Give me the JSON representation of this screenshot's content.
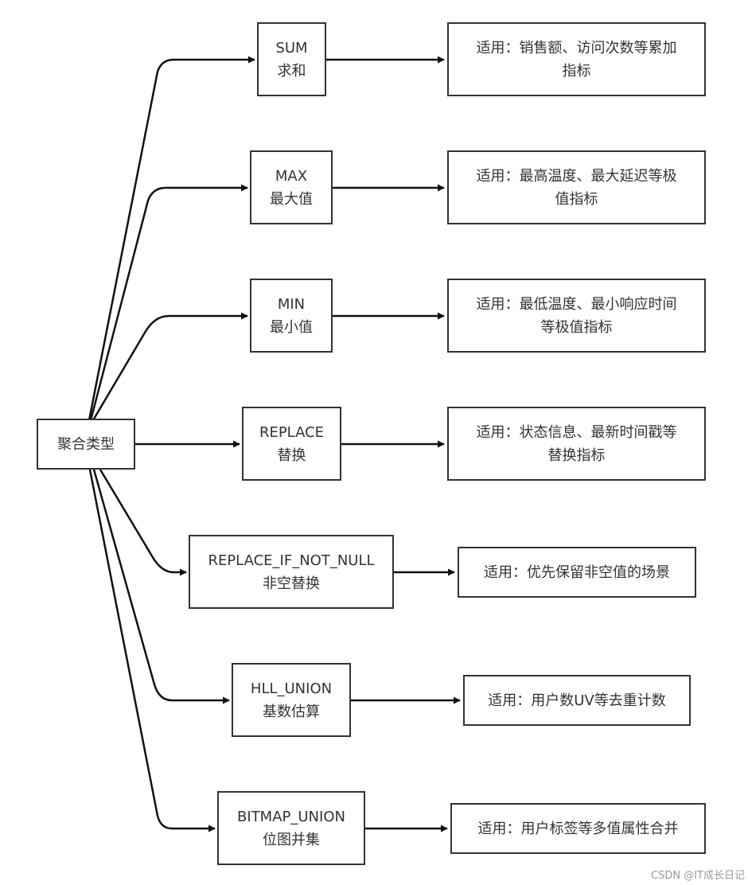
{
  "root": {
    "label": "聚合类型"
  },
  "types": [
    {
      "name": "SUM",
      "desc": "求和",
      "usage_line1": "适用：销售额、访问次数等累加",
      "usage_line2": "指标"
    },
    {
      "name": "MAX",
      "desc": "最大值",
      "usage_line1": "适用：最高温度、最大延迟等极",
      "usage_line2": "值指标"
    },
    {
      "name": "MIN",
      "desc": "最小值",
      "usage_line1": "适用：最低温度、最小响应时间",
      "usage_line2": "等极值指标"
    },
    {
      "name": "REPLACE",
      "desc": "替换",
      "usage_line1": "适用：状态信息、最新时间戳等",
      "usage_line2": "替换指标"
    },
    {
      "name": "REPLACE_IF_NOT_NULL",
      "desc": "非空替换",
      "usage_line1": "适用：优先保留非空值的场景",
      "usage_line2": ""
    },
    {
      "name": "HLL_UNION",
      "desc": "基数估算",
      "usage_line1": "适用：用户数UV等去重计数",
      "usage_line2": ""
    },
    {
      "name": "BITMAP_UNION",
      "desc": "位图并集",
      "usage_line1": "适用：用户标签等多值属性合并",
      "usage_line2": ""
    }
  ],
  "watermark": "CSDN @IT成长日记",
  "colors": {
    "stroke": "#111111",
    "border": "#333333",
    "text": "#333333",
    "background": "#ffffff"
  }
}
